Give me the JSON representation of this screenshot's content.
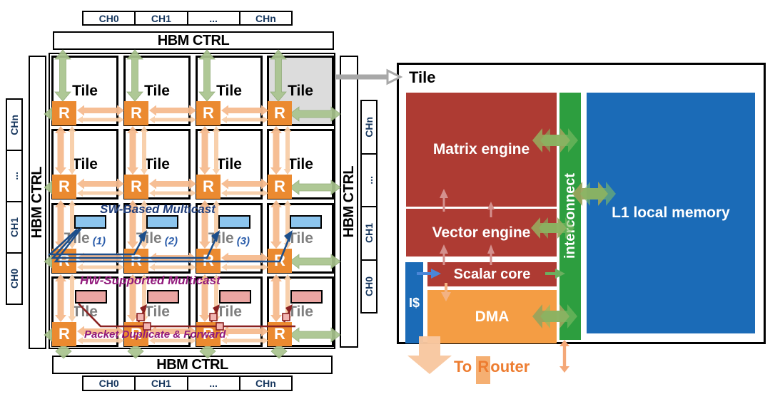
{
  "left": {
    "hbm_label": "HBM CTRL",
    "channels_h": [
      "CH0",
      "CH1",
      "...",
      "CHn"
    ],
    "channels_v": [
      "CHn",
      "...",
      "CH1",
      "CH0"
    ],
    "tile_label": "Tile",
    "router_label": "R",
    "sw_multicast_title": "SW-Based Multicast",
    "sw_steps": [
      "(1)",
      "(2)",
      "(3)"
    ],
    "hw_multicast_title": "HW-Supported Multicast",
    "hw_caption": "Packet Duplicate & Forward"
  },
  "detail": {
    "title": "Tile",
    "matrix": "Matrix engine",
    "vector": "Vector engine",
    "scalar": "Scalar core",
    "icache": "I$",
    "dma": "DMA",
    "interconnect": "interconnect",
    "l1": "L1 local memory",
    "to_router_prefix": "To ",
    "to_router_r": "R",
    "to_router_suffix": "outer"
  },
  "colors": {
    "engine_red": "#AE3B33",
    "memory_blue": "#1B6BB7",
    "interconnect_green": "#2D9E3F",
    "dma_orange": "#F49D44",
    "router_orange": "#EB8A30",
    "link_orange": "#F5BB8E",
    "hbm_arrow_green": "#A9C48E",
    "bus_olive": "#99A35C",
    "sw_line_blue": "#1C4E8A",
    "hw_line_darkred": "#8A2121",
    "annotation_purple": "#911A7C",
    "highlight_gray": "#DCDCDC",
    "to_router_orange": "#ED7D31"
  }
}
